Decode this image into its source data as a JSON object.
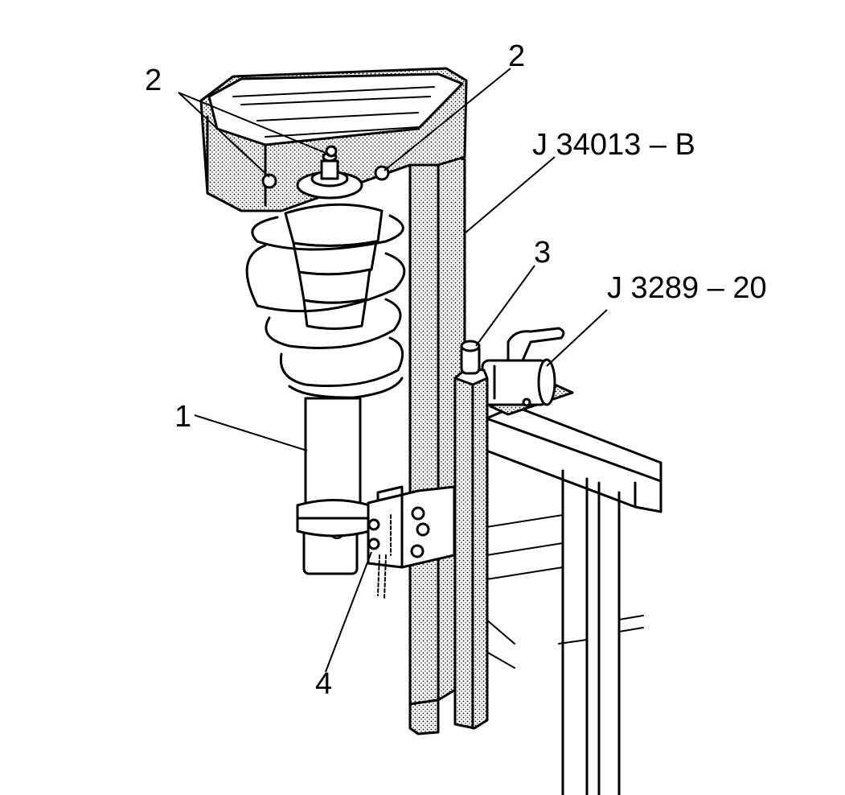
{
  "callouts": {
    "strut_assembly": "1",
    "nut_left": "2",
    "nut_right": "2",
    "adapter_pin": "3",
    "locking_pin": "4",
    "compressor_tool": "J 34013 – B",
    "holding_fixture": "J 3289 – 20"
  }
}
